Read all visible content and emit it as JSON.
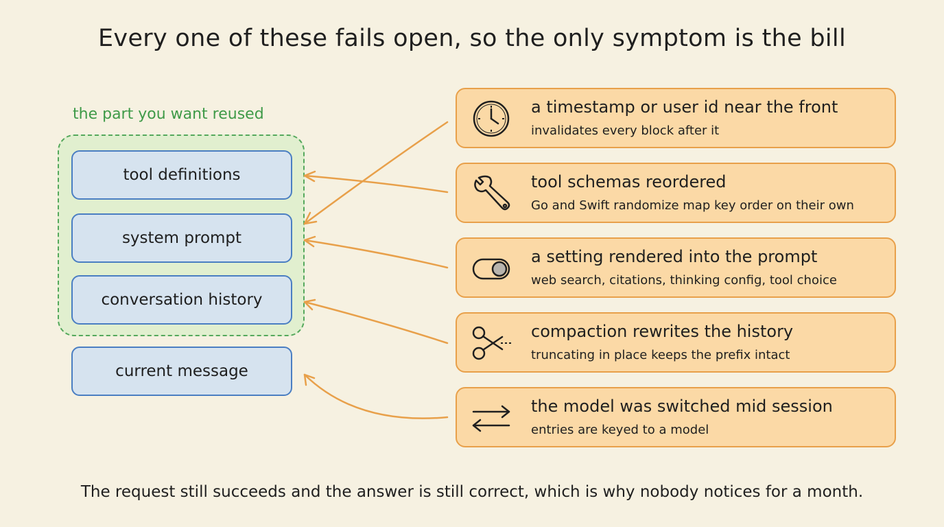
{
  "title": "Every one of these fails open, so the only symptom is the bill",
  "group_label": "the part you want reused",
  "blocks": [
    {
      "label": "tool definitions"
    },
    {
      "label": "system prompt"
    },
    {
      "label": "conversation history"
    },
    {
      "label": "current message"
    }
  ],
  "causes": [
    {
      "icon": "clock-icon",
      "heading": "a timestamp or user id near the front",
      "detail": "invalidates every block after it"
    },
    {
      "icon": "wrench-icon",
      "heading": "tool schemas reordered",
      "detail": "Go and Swift randomize map key order on their own"
    },
    {
      "icon": "toggle-icon",
      "heading": "a setting rendered into the prompt",
      "detail": "web search, citations, thinking config, tool choice"
    },
    {
      "icon": "scissors-icon",
      "heading": "compaction rewrites the history",
      "detail": "truncating in place keeps the prefix intact"
    },
    {
      "icon": "swap-arrows-icon",
      "heading": "the model was switched mid session",
      "detail": "entries are keyed to a model"
    }
  ],
  "footer": "The request still succeeds and the answer is still correct, which is why nobody notices for a month.",
  "colors": {
    "background": "#f6f1e1",
    "accent_orange": "#e8a04a",
    "card_fill": "#fbd9a6",
    "block_border": "#4a7ec2",
    "block_fill": "#d6e3ef",
    "group_green": "#55a85c"
  }
}
